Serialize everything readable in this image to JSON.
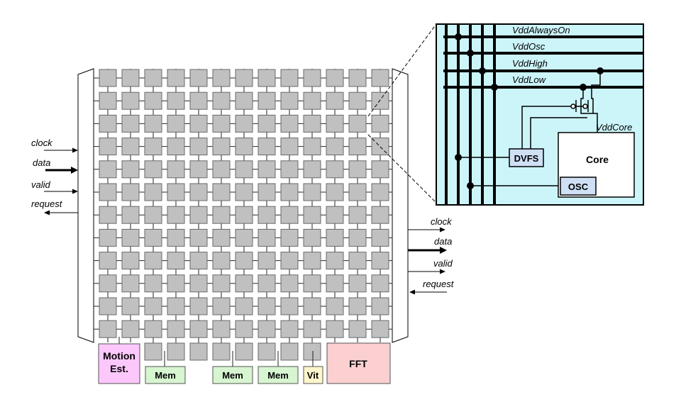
{
  "colors": {
    "tile_fill": "#c0c0c0",
    "tile_stroke": "#6a6a6a",
    "inset_bg": "#ccf5fa",
    "motion_est": "#fcc8fc",
    "mem": "#d6f5d0",
    "vit": "#fdf5cc",
    "fft": "#fcd0d0",
    "dvfs_box": "#cfe0f5",
    "osc_box": "#cfe0f5"
  },
  "left_io": {
    "clock": "clock",
    "data": "data",
    "valid": "valid",
    "request": "request"
  },
  "right_io": {
    "clock": "clock",
    "data": "data",
    "valid": "valid",
    "request": "request"
  },
  "blocks": {
    "motion_est_line1": "Motion",
    "motion_est_line2": "Est.",
    "mem": "Mem",
    "vit": "Vit",
    "fft": "FFT"
  },
  "inset": {
    "rails": [
      "VddAlwaysOn",
      "VddOsc",
      "VddHigh",
      "VddLow"
    ],
    "vdd_core": "VddCore",
    "dvfs": "DVFS",
    "core": "Core",
    "osc": "OSC"
  }
}
